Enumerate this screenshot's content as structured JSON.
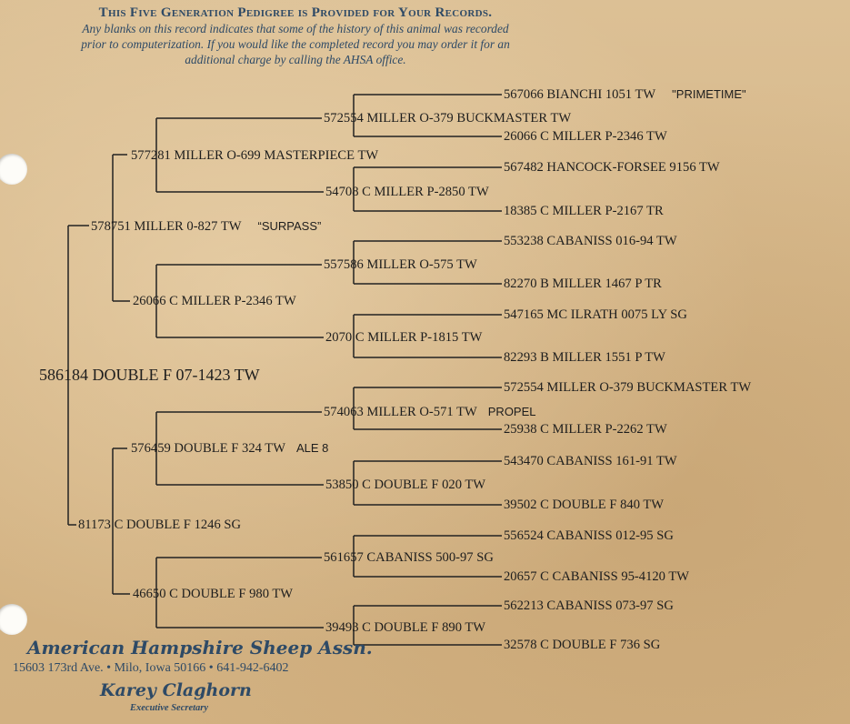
{
  "header": {
    "title": "This Five Generation Pedigree is Provided for Your Records.",
    "note_line1": "Any blanks on this record indicates that some of the history of this animal was recorded",
    "note_line2": "prior to computerization.  If you would like the completed record you may order it for an",
    "note_line3": "additional charge by calling the AHSA office."
  },
  "pedigree": {
    "root": "586184 DOUBLE F 07-1423 TW",
    "sire": {
      "text": "578751 MILLER 0-827 TW",
      "note": "“SURPASS”"
    },
    "dam": {
      "text": "81173 C DOUBLE F 1246 SG"
    },
    "g1": {
      "text": "577281 MILLER O-699 MASTERPIECE TW"
    },
    "g2": {
      "text": "26066 C MILLER P-2346 TW"
    },
    "g3": {
      "text": "576459 DOUBLE F 324 TW",
      "note": "ALE 8"
    },
    "g4": {
      "text": "46650 C DOUBLE F 980 TW"
    },
    "gg1": {
      "text": "572554 MILLER O-379 BUCKMASTER TW"
    },
    "gg2": {
      "text": "54708 C MILLER P-2850 TW"
    },
    "gg3": {
      "text": "557586 MILLER O-575 TW"
    },
    "gg4": {
      "text": "2070 C MILLER P-1815 TW"
    },
    "gg5": {
      "text": "574063 MILLER O-571 TW",
      "note": "PROPEL"
    },
    "gg6": {
      "text": "53850 C DOUBLE F 020 TW"
    },
    "gg7": {
      "text": "561657 CABANISS 500-97 SG"
    },
    "gg8": {
      "text": "39493 C DOUBLE F 890 TW"
    },
    "ggg1": {
      "text": "567066 BIANCHI 1051 TW",
      "note": "\"PRIMETIME\""
    },
    "ggg2": {
      "text": "26066 C MILLER P-2346 TW"
    },
    "ggg3": {
      "text": "567482 HANCOCK-FORSEE 9156 TW"
    },
    "ggg4": {
      "text": "18385 C MILLER P-2167 TR"
    },
    "ggg5": {
      "text": "553238 CABANISS 016-94 TW"
    },
    "ggg6": {
      "text": "82270 B MILLER 1467 P TR"
    },
    "ggg7": {
      "text": "547165 MC ILRATH 0075 LY SG"
    },
    "ggg8": {
      "text": "82293 B MILLER 1551 P TW"
    },
    "ggg9": {
      "text": "572554 MILLER O-379 BUCKMASTER TW"
    },
    "ggg10": {
      "text": "25938 C MILLER P-2262 TW"
    },
    "ggg11": {
      "text": "543470 CABANISS 161-91 TW"
    },
    "ggg12": {
      "text": "39502 C DOUBLE F 840 TW"
    },
    "ggg13": {
      "text": "556524 CABANISS 012-95 SG"
    },
    "ggg14": {
      "text": "20657 C CABANISS 95-4120 TW"
    },
    "ggg15": {
      "text": "562213 CABANISS 073-97 SG"
    },
    "ggg16": {
      "text": "32578 C DOUBLE F 736 SG"
    }
  },
  "footer": {
    "org_name": "American Hampshire Sheep Assn.",
    "address": "15603 173rd Ave.  •  Milo, Iowa 50166  •  641-942-6402",
    "secretary_name": "Karey Claghorn",
    "secretary_title": "Executive Secretary"
  },
  "colors": {
    "ink_blue": "#2e4a66",
    "line": "#222222",
    "paper": "#d8b98a"
  }
}
